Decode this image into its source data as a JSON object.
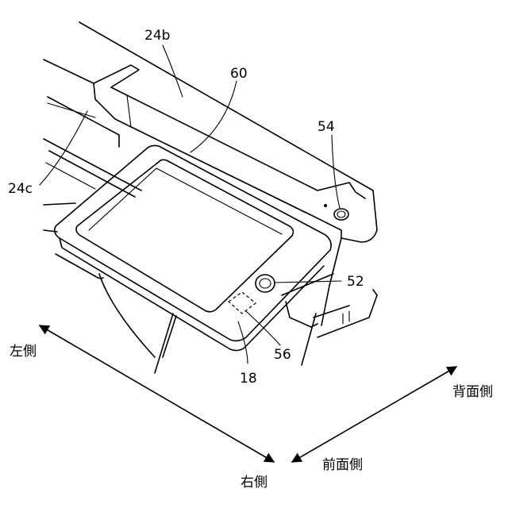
{
  "labels": {
    "ref_24b": "24b",
    "ref_60": "60",
    "ref_54": "54",
    "ref_24c": "24c",
    "ref_52": "52",
    "ref_56": "56",
    "ref_18": "18"
  },
  "directions": {
    "left_side": "左側",
    "right_side": "右側",
    "front_side": "前面側",
    "back_side": "背面側"
  }
}
